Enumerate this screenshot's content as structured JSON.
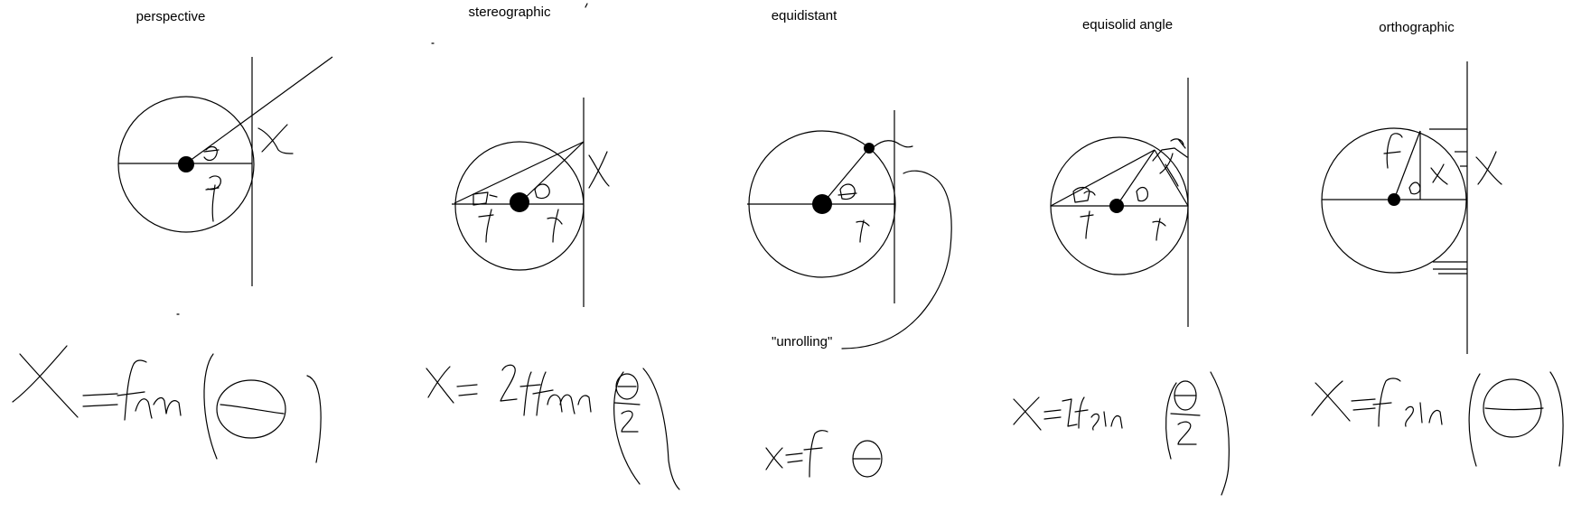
{
  "panels": [
    {
      "id": "perspective",
      "title": "perspective"
    },
    {
      "id": "stereographic",
      "title": "stereographic"
    },
    {
      "id": "equidistant",
      "title": "equidistant",
      "note": "\"unrolling\""
    },
    {
      "id": "equisolid",
      "title": "equisolid angle"
    },
    {
      "id": "orthographic",
      "title": "orthographic"
    }
  ],
  "colors": {
    "ink": "#000000",
    "background": "#ffffff"
  }
}
